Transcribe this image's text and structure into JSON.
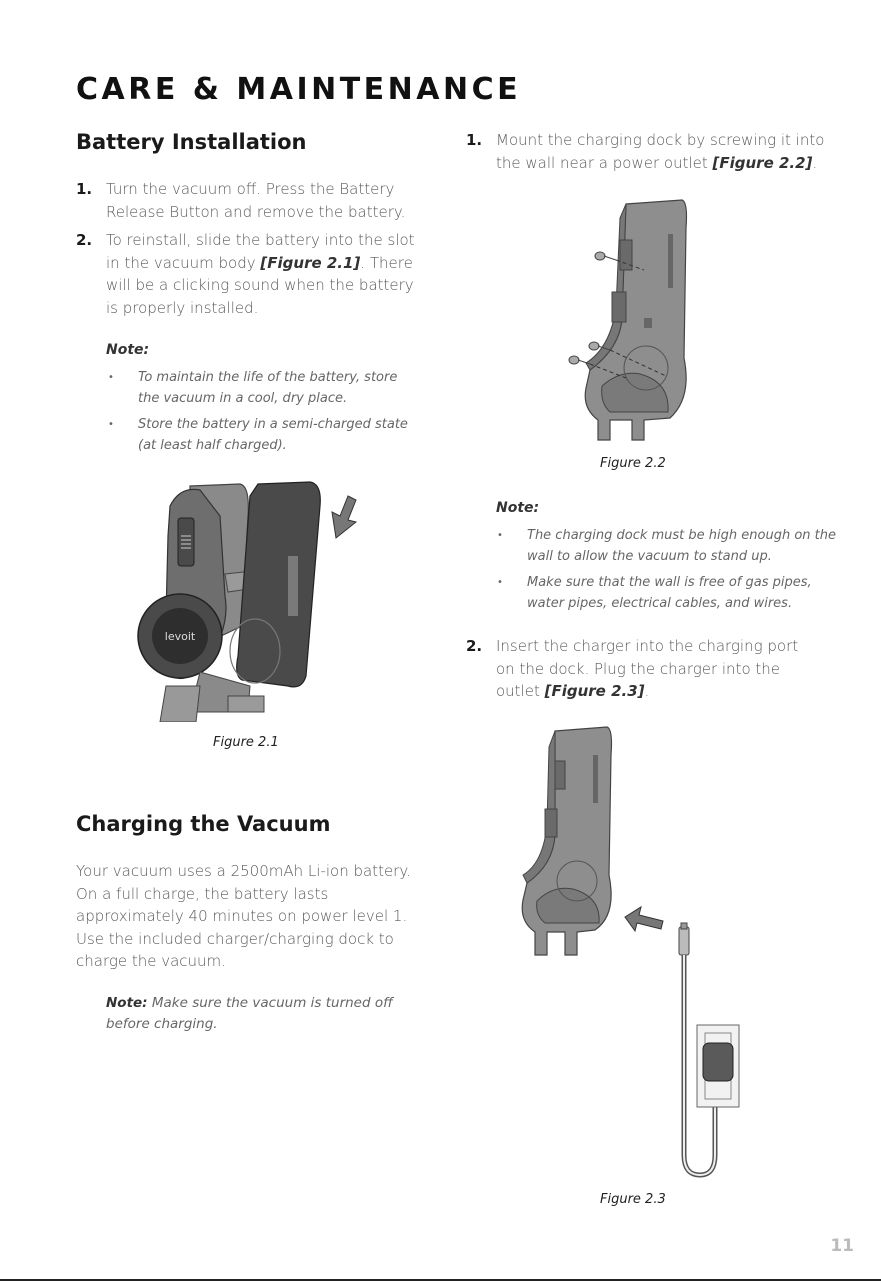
{
  "page": {
    "title": "CARE & MAINTENANCE",
    "page_number": "11"
  },
  "battery_installation": {
    "heading": "Battery Installation",
    "steps": [
      {
        "num": "1.",
        "text": "Turn the vacuum off. Press the Battery Release Button and remove the battery."
      },
      {
        "num": "2.",
        "text_before": "To reinstall, slide the battery into the slot in the vacuum body ",
        "ref": "[Figure 2.1]",
        "text_after": ". There will be a clicking sound when the battery is properly installed."
      }
    ],
    "note_title": "Note:",
    "notes": [
      "To maintain the life of the battery, store the vacuum in a cool, dry place.",
      "Store the battery in a semi-charged state (at least half charged)."
    ],
    "figure_caption": "Figure 2.1",
    "logo_text": "levoit"
  },
  "charging": {
    "heading": "Charging the Vacuum",
    "paragraph": "Your vacuum uses a 2500mAh Li-ion battery. On a full charge, the battery lasts approximately 40 minutes on power level 1. Use the included charger/charging dock to charge the vacuum.",
    "note_label": "Note:",
    "note_text": " Make sure the vacuum is turned off before charging."
  },
  "dock": {
    "step1": {
      "num": "1.",
      "text_before": "Mount the charging dock by screwing it into the wall near a power outlet ",
      "ref": "[Figure 2.2]",
      "text_after": "."
    },
    "figure_22_caption": "Figure 2.2",
    "note_title": "Note:",
    "notes": [
      "The charging dock must be high enough on the wall to allow the vacuum to stand up.",
      "Make sure that the wall is free of gas pipes, water pipes, electrical cables, and wires."
    ],
    "step2": {
      "num": "2.",
      "text_before": "Insert the charger into the charging port on the dock. Plug the charger into the outlet ",
      "ref": "[Figure 2.3]",
      "text_after": "."
    },
    "figure_23_caption": "Figure 2.3"
  },
  "colors": {
    "illustration_gray": "#8a8a8a",
    "illustration_dark": "#5e5e5e",
    "heading_black": "#1a1a1a"
  }
}
